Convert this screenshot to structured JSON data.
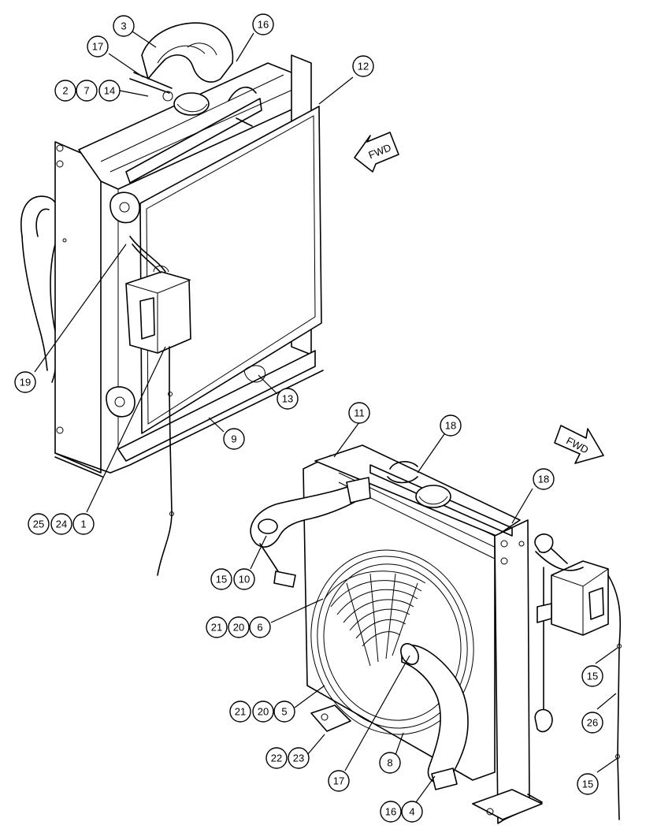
{
  "fwd_labels": [
    "FWD",
    "FWD"
  ],
  "callouts_top": [
    "3",
    "16",
    "17",
    "2",
    "7",
    "14",
    "12",
    "19",
    "13",
    "9",
    "25",
    "24",
    "1"
  ],
  "callouts_bottom": [
    "11",
    "18",
    "18",
    "15",
    "10",
    "21",
    "20",
    "6",
    "15",
    "26",
    "21",
    "20",
    "5",
    "22",
    "23",
    "8",
    "17",
    "15",
    "16",
    "4"
  ]
}
